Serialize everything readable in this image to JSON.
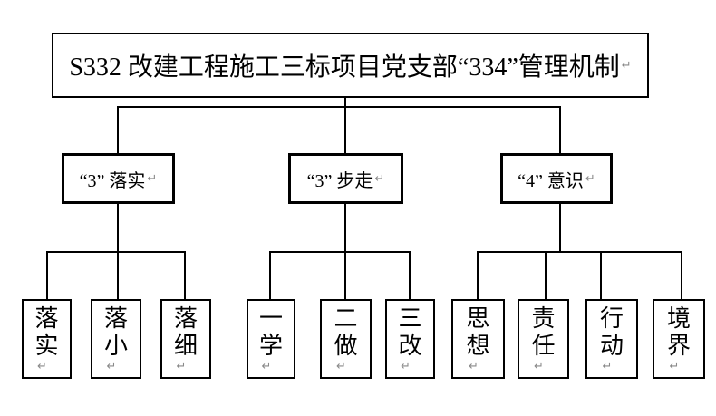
{
  "page": {
    "background": "#ffffff",
    "description_labels": {
      "diagram_kind": "organization-chart"
    }
  },
  "colors": {
    "line": "#000000",
    "box_border": "#000000",
    "text": "#000000",
    "return_mark": "#8a8a8a",
    "background": "#ffffff"
  },
  "glyphs": {
    "return_mark": "↵"
  },
  "tree": {
    "root": {
      "label": "S332 改建工程施工三标项目党支部“334”管理机制"
    },
    "branches": [
      {
        "label": "“3” 落实",
        "children": [
          {
            "label": "落实"
          },
          {
            "label": "落小"
          },
          {
            "label": "落细"
          }
        ]
      },
      {
        "label": "“3” 步走",
        "children": [
          {
            "label": "一学"
          },
          {
            "label": "二做"
          },
          {
            "label": "三改"
          }
        ]
      },
      {
        "label": "“4” 意识",
        "children": [
          {
            "label": "思想"
          },
          {
            "label": "责任"
          },
          {
            "label": "行动"
          },
          {
            "label": "境界"
          }
        ]
      }
    ]
  }
}
